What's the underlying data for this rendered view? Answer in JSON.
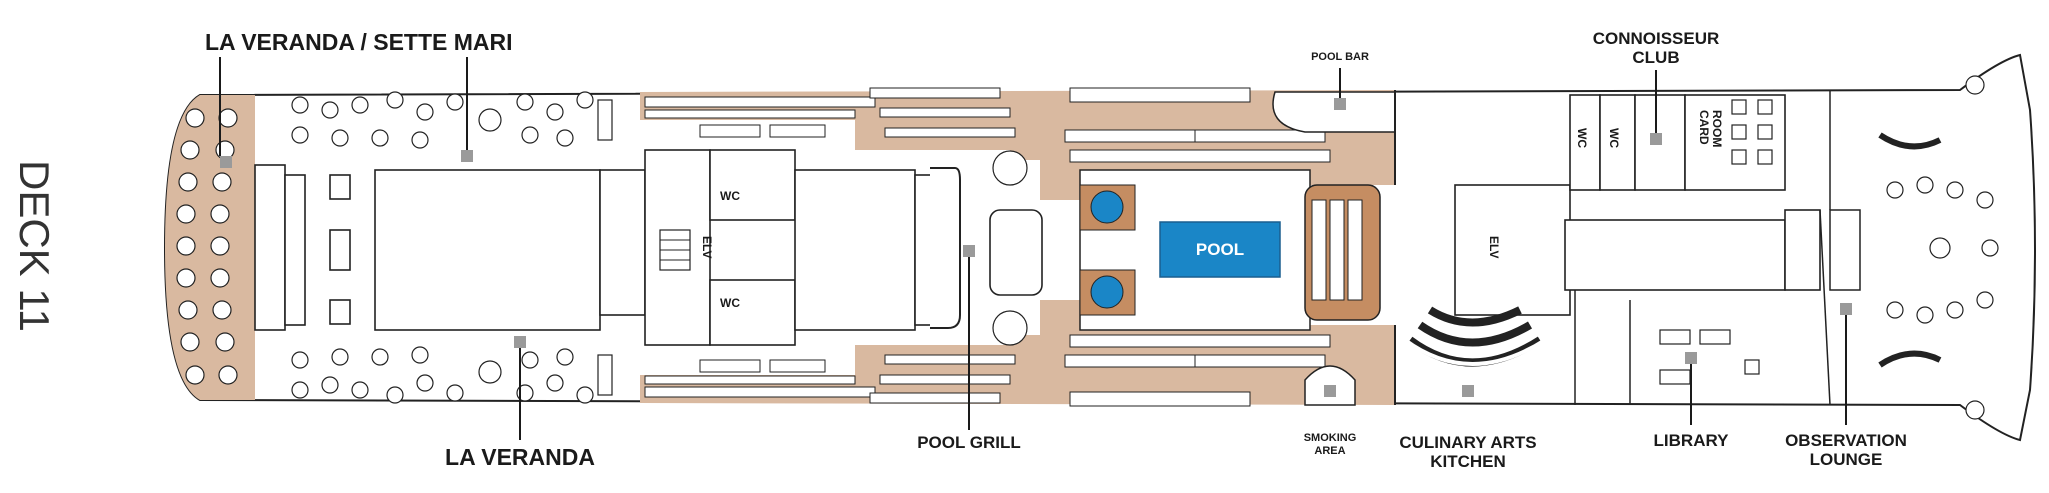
{
  "deck_title": "DECK 11",
  "labels": {
    "la_veranda_sette_mari": "LA VERANDA / SETTE MARI",
    "la_veranda": "LA VERANDA",
    "pool_bar": "POOL BAR",
    "connoisseur_club_1": "CONNOISSEUR",
    "connoisseur_club_2": "CLUB",
    "card_room_1": "CARD",
    "card_room_2": "ROOM",
    "pool": "POOL",
    "pool_grill": "POOL GRILL",
    "smoking_area_1": "SMOKING",
    "smoking_area_2": "AREA",
    "culinary_arts_1": "CULINARY ARTS",
    "culinary_arts_2": "KITCHEN",
    "library": "LIBRARY",
    "observation_1": "OBSERVATION",
    "observation_2": "LOUNGE",
    "wc": "WC",
    "elv": "ELV"
  },
  "colors": {
    "deck_wood": "#d9b9a0",
    "pool_water": "#1a86c7",
    "marker": "#9a9a9a",
    "outline": "#222222"
  }
}
